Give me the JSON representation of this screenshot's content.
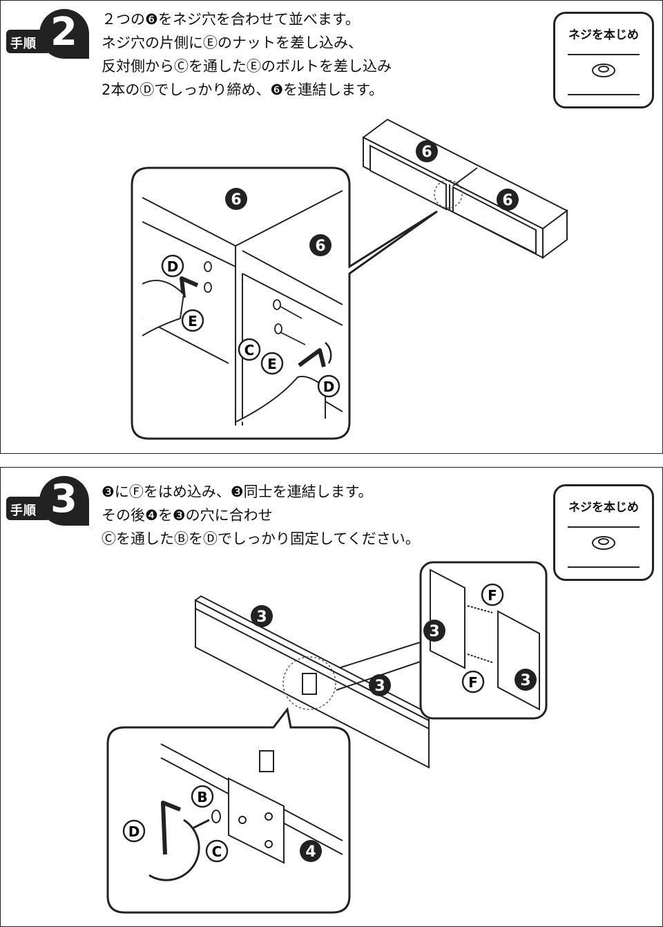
{
  "step2": {
    "badge_label": "手順",
    "badge_number": "2",
    "lines": [
      "２つの❻をネジ穴を合わせて並べます。",
      "ネジ穴の片側にⒺのナットを差し込み、",
      "反対側からⒸを通したⒺのボルトを差し込み",
      "2本のⒹでしっかり締め、❻を連結します。"
    ],
    "screw_box_label": "ネジを本じめ",
    "part_labels": {
      "six": "6",
      "c": "C",
      "d": "D",
      "e": "E"
    }
  },
  "step3": {
    "badge_label": "手順",
    "badge_number": "3",
    "lines": [
      "❸にⒻをはめ込み、❸同士を連結します。",
      "その後❹を❸の穴に合わせ",
      "Ⓒを通したⒷをⒹでしっかり固定してください。"
    ],
    "screw_box_label": "ネジを本じめ",
    "part_labels": {
      "three": "3",
      "four": "4",
      "b": "B",
      "c": "C",
      "d": "D",
      "f": "F"
    }
  }
}
